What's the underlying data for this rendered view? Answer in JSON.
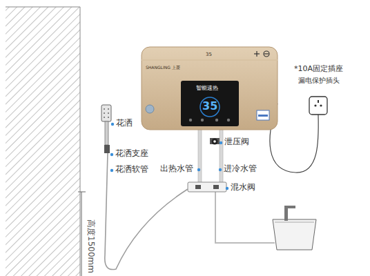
{
  "diagram": {
    "labels": [
      "花洒",
      "花洒支座",
      "花洒软管",
      "出热水管",
      "泄压阀",
      "进冷水管",
      "混水阀",
      "*10A固定插座",
      "漏电保护插头",
      "高度1500mm",
      "SHANGLING 上菱",
      "35",
      "智能速热",
      "35"
    ]
  }
}
